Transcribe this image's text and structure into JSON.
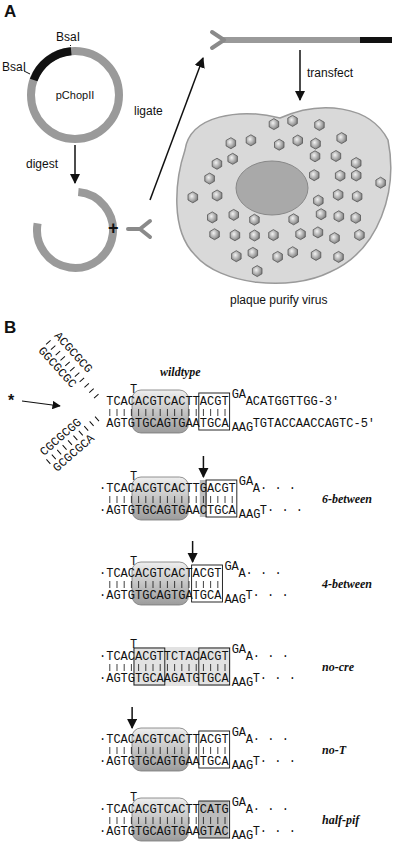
{
  "diagram": {
    "nodes": [
      {
        "text": [
          "pChopII"
        ]
      }
    ],
    "labels": [
      "A",
      "BsaI",
      "BsaI",
      "digest",
      "ligate",
      "transfect",
      "plaque purify virus",
      "B",
      "*",
      "+",
      "ACGCGCG",
      "GGCGCGC",
      "CGCGCGG",
      "GCGCGCA",
      "wildtype",
      "TCAC",
      "T",
      "ACGTCACTTACGT",
      "GA",
      "ACATGGTTGG-3'",
      "AGTG",
      "TGCAGTGAATGCA",
      "AAG",
      "TGTACCAACCAGTC-5'",
      "6-between",
      "·TCAC",
      "T",
      "ACGTCACTTGACGT",
      "GA",
      "A· · ·",
      "·AGTG",
      "TGCAGTGAACTGCA",
      "AAG",
      "T· · ·",
      "4-between",
      "·TCAC",
      "T",
      "ACGTCACTACGT",
      "GA",
      "A· · ·",
      "·AGTG",
      "TGCAGTGATGCA",
      "AAG",
      "T· · ·",
      "no-cre",
      "·TCAC",
      "T",
      "ACGTTCTACACGT",
      "GA",
      "A· · ·",
      "·AGTG",
      "TGCAAGATGTGCA",
      "AAG",
      "T· · ·",
      "no-T",
      "·TCAC",
      "ACGTCACTTACGT",
      "GA",
      "A· · ·",
      "·AGTG",
      "TGCAGTGAATGCA",
      "AAG",
      "T· · ·",
      "half-pif",
      "·TCAC",
      "T",
      "ACGTCACTTCATG",
      "GA",
      "A· · ·",
      "·AGTG",
      "TGCAGTGAAGTAC",
      "AAG",
      "T· · ·"
    ]
  }
}
